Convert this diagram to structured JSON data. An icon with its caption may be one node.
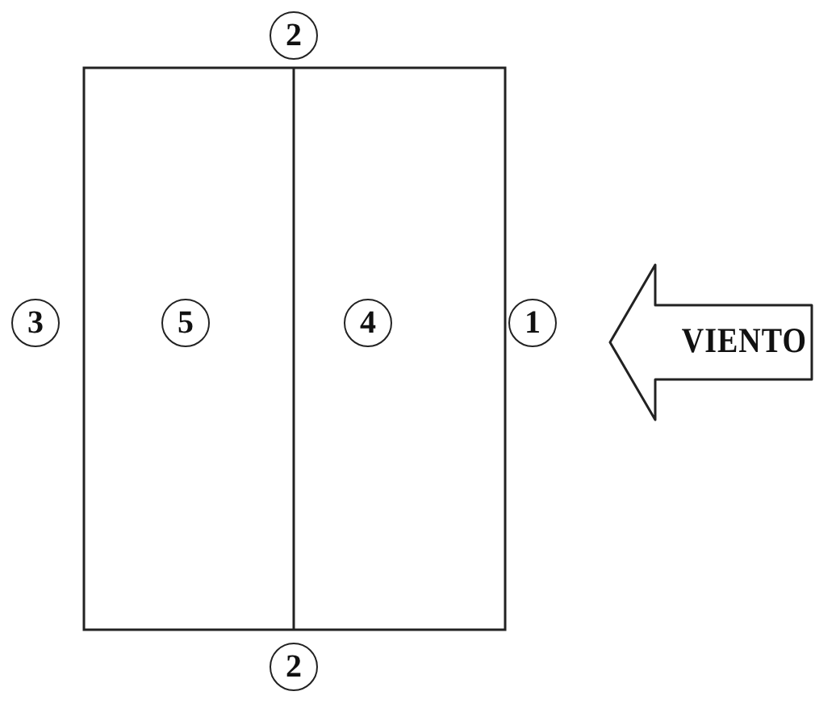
{
  "diagram": {
    "nodes": [
      {
        "text": [
          "2"
        ]
      },
      {
        "text": [
          "3"
        ]
      },
      {
        "text": [
          "5"
        ]
      },
      {
        "text": [
          "4"
        ]
      },
      {
        "text": [
          "1"
        ]
      },
      {
        "text": [
          "VIENTO"
        ]
      },
      {
        "text": [
          "2"
        ]
      }
    ]
  }
}
